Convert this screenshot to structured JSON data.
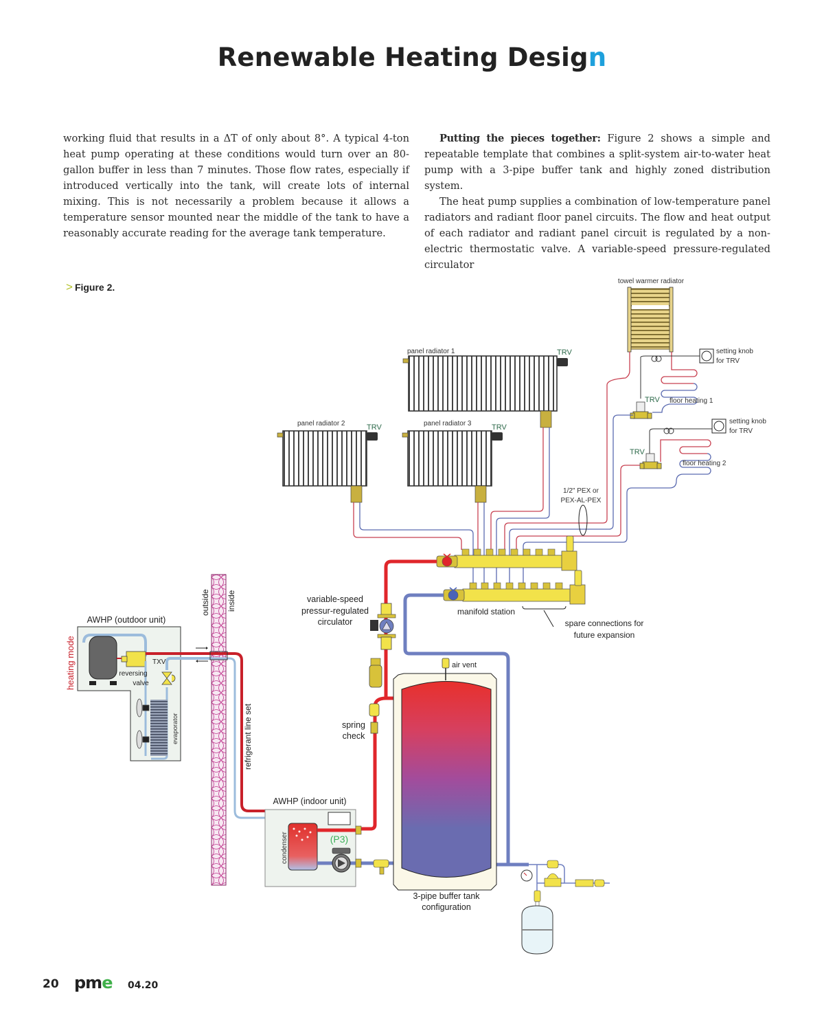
{
  "header": {
    "title_main": "Renewable Heating Desig",
    "title_accent": "n",
    "accent_color": "#1ea0dc"
  },
  "article": {
    "left_column": "working fluid that results in a ΔT of only about 8°. A typical 4-ton heat pump operating at these conditions would turn over an 80-gallon buffer in less than 7 minutes.  Those flow rates, especially if introduced vertically into the tank, will create lots of internal mixing. This is not necessarily a problem because it allows a temperature sensor mounted near the middle of the tank to have a reasonably accurate reading for the average tank temperature.",
    "right_column_lead": "Putting the pieces together:",
    "right_column_p1": " Figure 2 shows a simple and repeatable template that combines a split-system air-to-water heat pump with a 3-pipe buffer tank and highly zoned distribution system.",
    "right_column_p2": "The heat pump supplies a combination of low-temperature panel radiators and radiant floor panel circuits. The flow and heat output of each radiator and radiant panel circuit is regulated by a non-electric thermostatic valve.  A variable-speed pressure-regulated circulator"
  },
  "figure": {
    "marker": ">",
    "label": "Figure 2.",
    "labels": {
      "towel_warmer": "towel warmer radiator",
      "setting_knob_1a": "setting knob",
      "setting_knob_1b": "for TRV",
      "setting_knob_2a": "setting knob",
      "setting_knob_2b": "for TRV",
      "floor_heating_1": "floor heating 1",
      "floor_heating_2": "floor heating 2",
      "panel_radiator_1": "panel radiator 1",
      "panel_radiator_2": "panel radiator 2",
      "panel_radiator_3": "panel radiator 3",
      "trv": "TRV",
      "pex_1": "1/2\" PEX or",
      "pex_2": "PEX-AL-PEX",
      "circulator_1": "variable-speed",
      "circulator_2": "pressur-regulated",
      "circulator_3": "circulator",
      "manifold_station": "manifold station",
      "spare_1": "spare connections for",
      "spare_2": "future expansion",
      "outside": "outside",
      "inside": "inside",
      "awhp_outdoor": "AWHP (outdoor unit)",
      "heating_mode": "heating mode",
      "txv": "TXV",
      "reversing_1": "reversing",
      "reversing_2": "valve",
      "evaporator": "evaporator",
      "refrigerant_line_set": "refrigerant line set",
      "air_vent": "air vent",
      "spring_1": "spring",
      "spring_2": "check",
      "awhp_indoor": "AWHP (indoor unit)",
      "condenser": "condenser",
      "p3": "(P3)",
      "tank_1": "3-pipe buffer tank",
      "tank_2": "configuration"
    },
    "colors": {
      "hot_pipe": "#e0262b",
      "cold_pipe": "#6f7fc0",
      "refrigerant_hot": "#c8202a",
      "refrigerant_cold": "#9cbcdc",
      "brass": "#f2e24a",
      "trv_text": "#2f6b4c",
      "p3_text": "#3db05a",
      "heating_mode_text": "#c8202a",
      "wall_insulation": "#c0388f"
    }
  },
  "footer": {
    "page_number": "20",
    "brand_main": "pm",
    "brand_accent": "e",
    "issue": "04.20"
  }
}
